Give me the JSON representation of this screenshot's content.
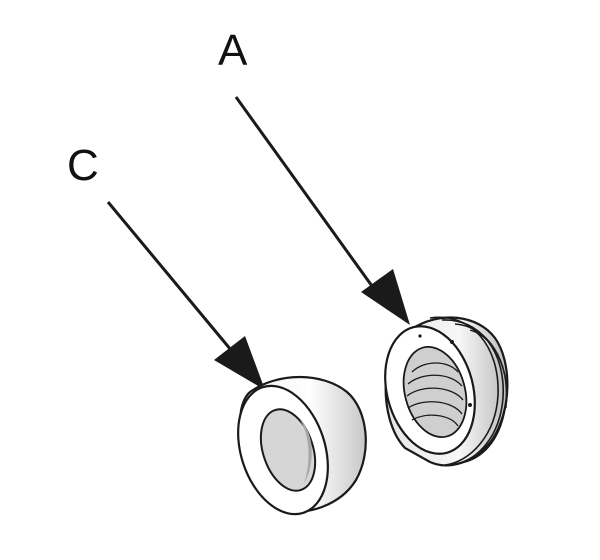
{
  "callouts": [
    {
      "letter": "A",
      "part": "threaded-ring"
    },
    {
      "letter": "C",
      "part": "plain-sleeve"
    }
  ],
  "colors": {
    "line": "#1a1a1a",
    "part_fill": "#ffffff",
    "part_shade": "#d9d9d9",
    "part_shade_dark": "#b5b5b5",
    "background": "#ffffff"
  }
}
